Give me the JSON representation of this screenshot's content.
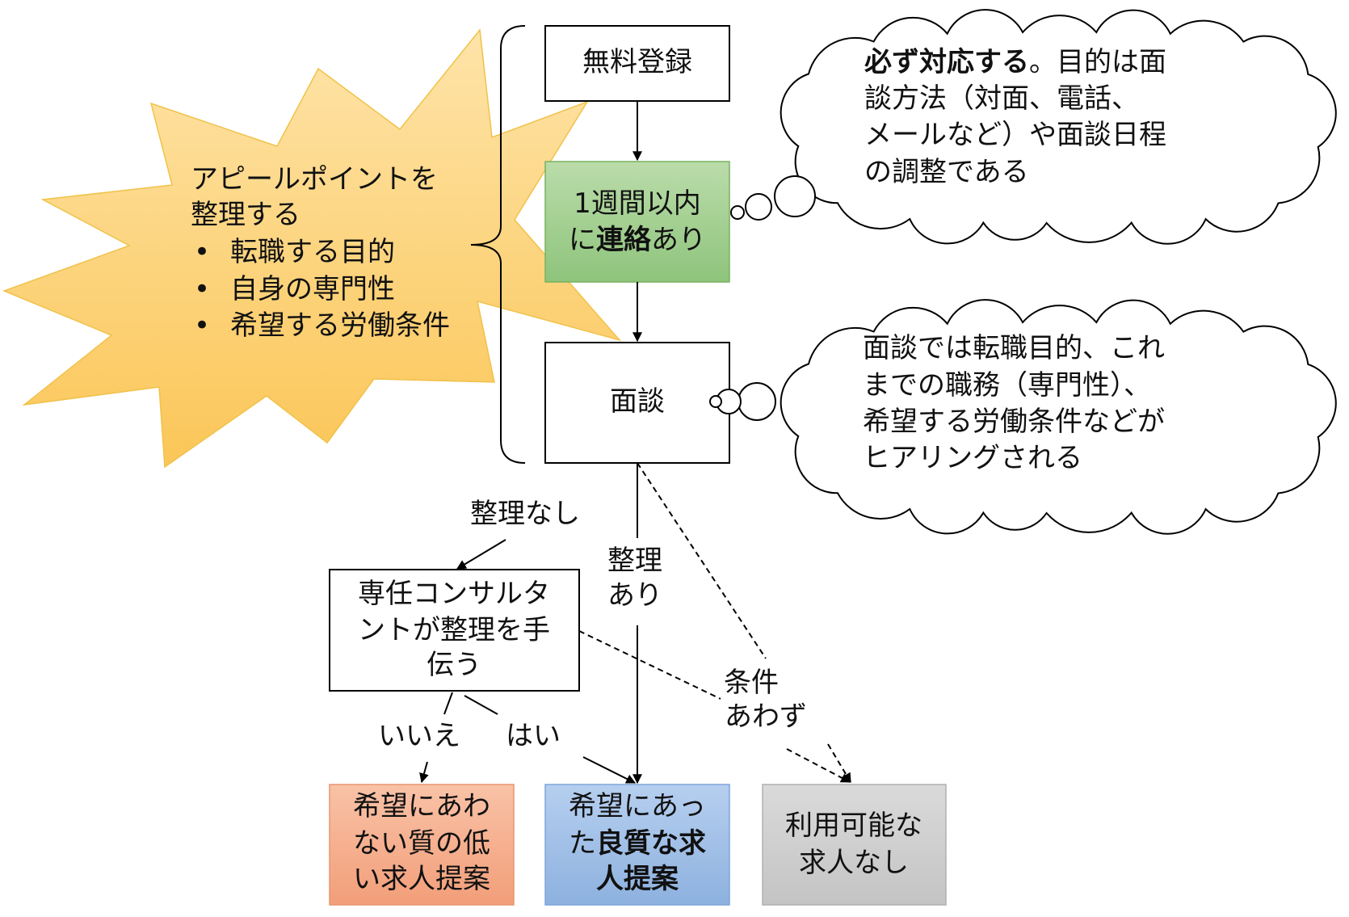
{
  "starburst": {
    "lines": [
      "アピールポイントを",
      "整理する"
    ],
    "bullet_symbol": "•",
    "bullets": [
      "転職する目的",
      "自身の専門性",
      "希望する労働条件"
    ]
  },
  "flow": {
    "registration": "無料登録",
    "contact": {
      "line1": "1週間以内",
      "line2_pre": "に",
      "line2_bold": "連絡",
      "line2_post": "あり"
    },
    "interview": "面談",
    "consultant": [
      "専任コンサルタ",
      "ントが整理を手",
      "伝う"
    ],
    "outcomes": {
      "low_quality": [
        "希望にあわ",
        "ない質の低",
        "い求人提案"
      ],
      "good": {
        "line1": "希望にあっ",
        "line2_pre": "た",
        "line2_bold": "良質な求",
        "line3_bold": "人提案"
      },
      "none": [
        "利用可能な",
        "求人なし"
      ]
    }
  },
  "edge_labels": {
    "not_organized": "整理なし",
    "organized": [
      "整理",
      "あり"
    ],
    "conditions_mismatch": [
      "条件",
      "あわず"
    ],
    "no": "いいえ",
    "yes": "はい"
  },
  "clouds": {
    "contact_note": {
      "line1_bold": "必ず対応する",
      "line1_rest": "。目的は面",
      "lines": [
        "談方法（対面、電話、",
        "メールなど）や面談日程",
        "の調整である"
      ]
    },
    "interview_note": {
      "lines": [
        "面談では転職目的、これ",
        "までの職務（専門性）、",
        "希望する労働条件などが",
        "ヒアリングされる"
      ]
    }
  },
  "colors": {
    "starburst_top": "#fee4a9",
    "starburst_bottom": "#fbc658",
    "contact_top": "#bbdcaa",
    "contact_bottom": "#8ec47c",
    "low_quality_top": "#f9c2a7",
    "low_quality_bottom": "#f29e79",
    "good_top": "#b6cfef",
    "good_bottom": "#8db1df",
    "none_top": "#dadada",
    "none_bottom": "#c4c4c4"
  }
}
